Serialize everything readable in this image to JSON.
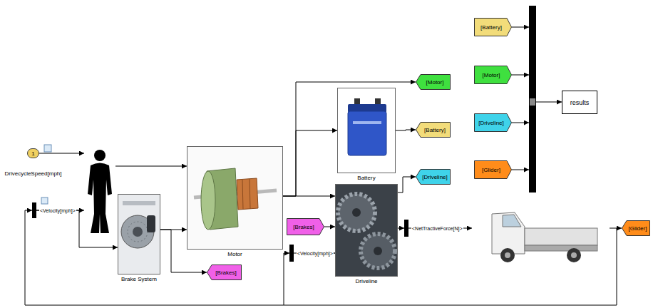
{
  "diagram": {
    "nodes": [
      {
        "text": [
          "[Battery]"
        ]
      },
      {
        "text": [
          "[Motor]"
        ]
      },
      {
        "text": [
          "[Motor]"
        ]
      },
      {
        "text": [
          "Battery"
        ]
      },
      {
        "text": [
          "results"
        ]
      },
      {
        "text": [
          "[Driveline]"
        ]
      },
      {
        "text": [
          "[Battery]"
        ]
      },
      {
        "text": [
          "Motor"
        ]
      },
      {
        "text": [
          "1",
          "DrivecycleSpeed[mph]"
        ]
      },
      {
        "text": [
          "[Glider]"
        ]
      },
      {
        "text": [
          "[Driveline]"
        ]
      },
      {
        "text": [
          "Driveline"
        ]
      },
      {
        "text": [
          "Brake System"
        ]
      },
      {
        "text": [
          "<Velocity[mph]>"
        ]
      },
      {
        "text": [
          "[Brakes]"
        ]
      },
      {
        "text": [
          "<NetTractiveForce[N]>"
        ]
      },
      {
        "text": [
          "[Glider]"
        ]
      },
      {
        "text": [
          "<Velocity[mph]>"
        ]
      },
      {
        "text": [
          "[Brakes]"
        ]
      }
    ],
    "edges": [
      {
        "from": 13,
        "to": 12,
        "arrow": "to"
      },
      {
        "from": 12,
        "to": 7,
        "arrow": "to"
      },
      {
        "from": 12,
        "to": 18,
        "arrow": "to"
      },
      {
        "from": 7,
        "to": 3,
        "arrow": "to"
      },
      {
        "from": 7,
        "to": 2,
        "arrow": "to"
      },
      {
        "from": 7,
        "to": 11,
        "arrow": "to"
      },
      {
        "from": 14,
        "to": 11,
        "arrow": "to"
      },
      {
        "from": 17,
        "to": 11,
        "arrow": "to"
      },
      {
        "from": 3,
        "to": 6,
        "arrow": "to"
      },
      {
        "from": 11,
        "to": 10,
        "arrow": "to"
      },
      {
        "from": 11,
        "to": 15,
        "arrow": "to"
      }
    ]
  }
}
